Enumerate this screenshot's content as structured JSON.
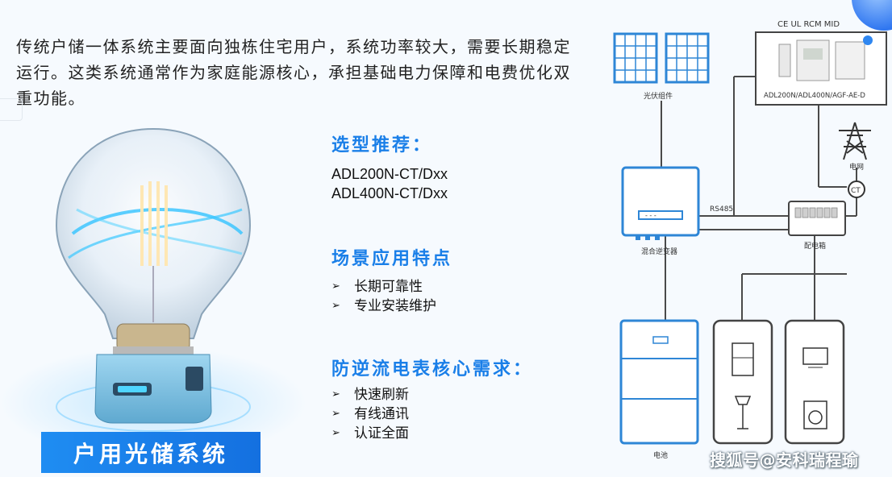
{
  "intro": "传统户储一体系统主要面向独栋住宅用户，系统功率较大，需要长期稳定运行。这类系统通常作为家庭能源核心，承担基础电力保障和电费优化双重功能。",
  "sections": {
    "recommend": {
      "title": "选型推荐：",
      "models": [
        "ADL200N-CT/Dxx",
        "ADL400N-CT/Dxx"
      ]
    },
    "features": {
      "title": "场景应用特点",
      "items": [
        "长期可靠性",
        "专业安装维护"
      ]
    },
    "needs": {
      "title": "防逆流电表核心需求：",
      "items": [
        "快速刷新",
        "有线通讯",
        "认证全面"
      ]
    }
  },
  "banner": "户用光储系统",
  "diagram": {
    "certs": "CE  UL  RCM  MID",
    "meter_models": "ADL200N/ADL400N/AGF-AE-D",
    "pv_label": "光伏组件",
    "grid_label": "电网",
    "ct_label": "CT",
    "rs485_label": "RS485",
    "inverter_label": "混合逆变器",
    "panel_label": "配电箱",
    "battery_label": "电池"
  },
  "watermark": "搜狐号@安科瑞程瑜",
  "colors": {
    "accent": "#1a7fe8",
    "banner": "#1f8df2",
    "line": "#4a4a4a"
  }
}
